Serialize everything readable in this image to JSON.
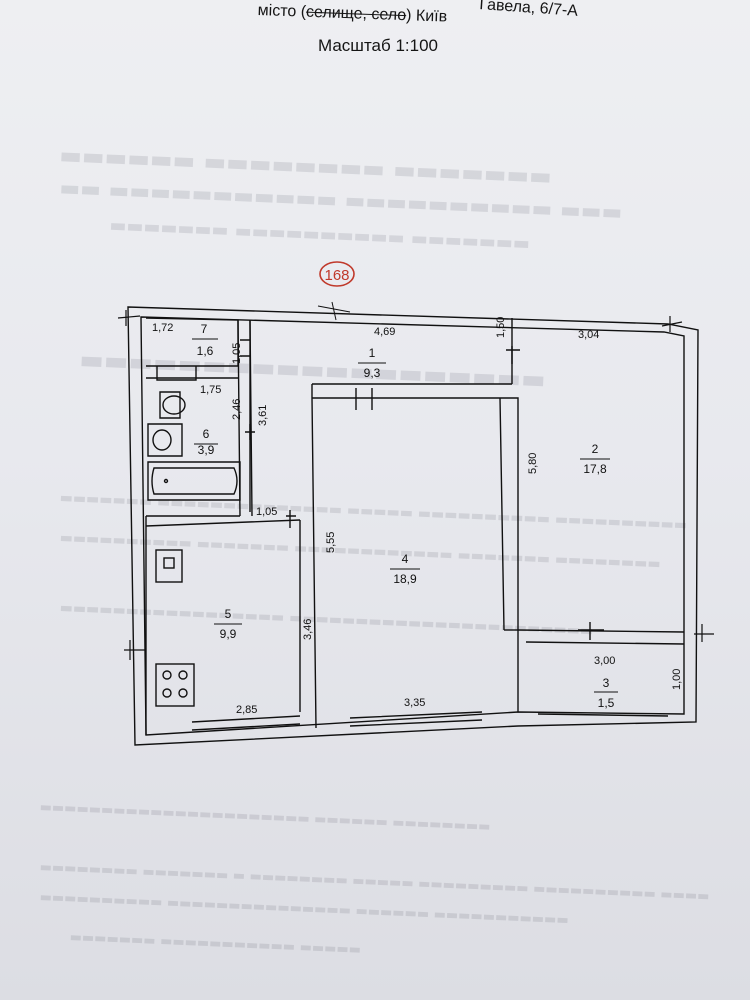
{
  "header": {
    "address_tail": "Гавела, 6/7-А",
    "city_prefix": "місто (",
    "city_struck": "селище, село",
    "city_suffix": ") Київ",
    "scale": "Масштаб 1:100"
  },
  "plan": {
    "building_number": "168",
    "rooms": [
      {
        "number": "1",
        "area": "9,3"
      },
      {
        "number": "2",
        "area": "17,8"
      },
      {
        "number": "3",
        "area": "1,5"
      },
      {
        "number": "4",
        "area": "18,9"
      },
      {
        "number": "5",
        "area": "9,9"
      },
      {
        "number": "6",
        "area": "3,9"
      },
      {
        "number": "7",
        "area": "1,6"
      }
    ],
    "dimensions": [
      "1,72",
      "4,69",
      "1,50",
      "3,04",
      "1,05",
      "1,75",
      "2,46",
      "3,61",
      "5,80",
      "1,05",
      "5,55",
      "3,46",
      "2,85",
      "3,35",
      "3,00",
      "1,00"
    ]
  },
  "colors": {
    "ink": "#111111",
    "stamp_red": "#c0392b",
    "paper": "#eceef1"
  }
}
